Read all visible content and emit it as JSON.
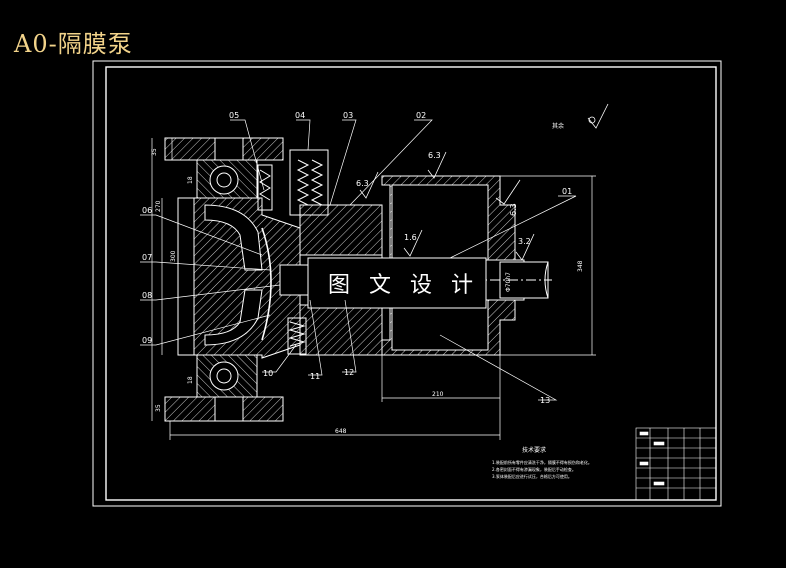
{
  "title": "A0-隔膜泵",
  "watermark": "图 文 设 计",
  "roughness_note": "其余",
  "part_labels": [
    "05",
    "04",
    "03",
    "02",
    "01",
    "06",
    "07",
    "08",
    "09",
    "10",
    "11",
    "12",
    "13"
  ],
  "dimensions": {
    "width_total": "648",
    "width_body": "210",
    "height_right": "348",
    "height_left": "270",
    "height_mid": "300",
    "roughness_a": "6.3",
    "roughness_b": "6.3",
    "roughness_c": "1.6",
    "roughness_d": "3.2",
    "roughness_e": "6.3",
    "shaft_dia": "Φ70h7",
    "flange_top": "35",
    "flange_bottom": "35",
    "bearing_top": "18",
    "bearing_bottom": "18"
  },
  "tech_req": {
    "title": "技术要求",
    "lines": [
      "1.装配前所有零件应清洗干净，隔膜不得有损伤和老化。",
      "2.各密封面不得有渗漏现象，装配后手动检查。",
      "3.泵体装配后应进行试压，合格后方可使用。"
    ]
  },
  "colors": {
    "line": "#ffffff",
    "title": "#f2d38a",
    "bg": "#000000"
  }
}
